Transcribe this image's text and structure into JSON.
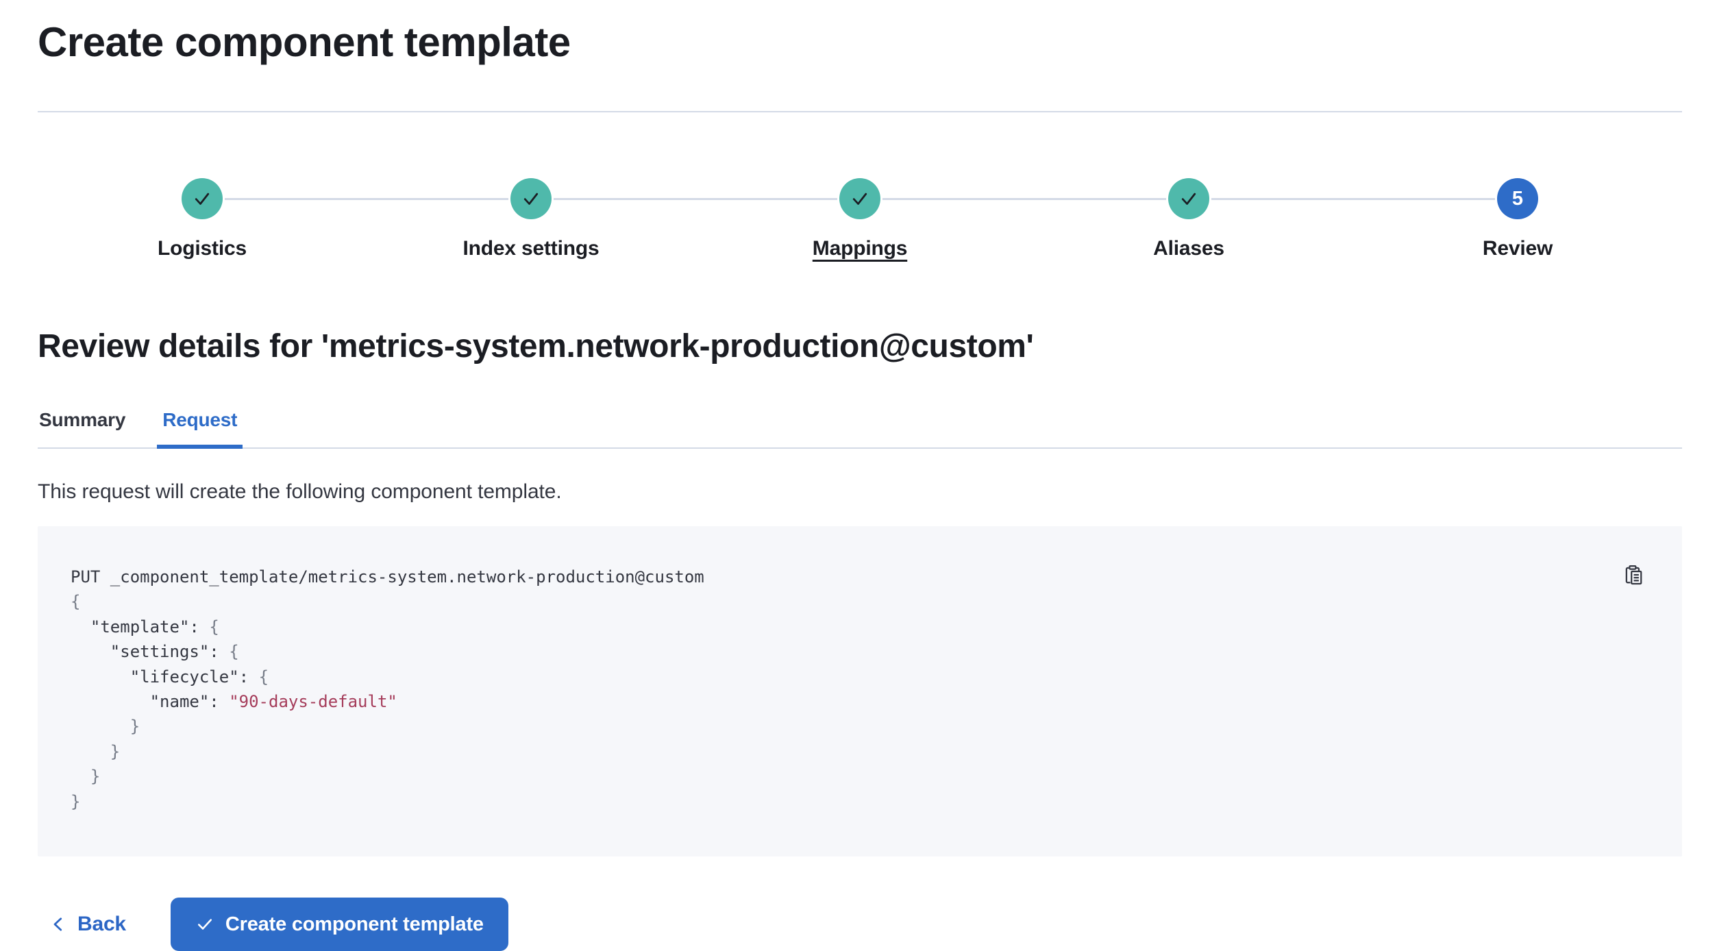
{
  "page": {
    "title": "Create component template"
  },
  "stepper": {
    "steps": [
      {
        "label": "Logistics",
        "status": "complete"
      },
      {
        "label": "Index settings",
        "status": "complete"
      },
      {
        "label": "Mappings",
        "status": "complete",
        "underlined": true
      },
      {
        "label": "Aliases",
        "status": "complete"
      },
      {
        "label": "Review",
        "status": "current",
        "number": "5"
      }
    ]
  },
  "review": {
    "heading": "Review details for 'metrics-system.network-production@custom'",
    "tabs": [
      {
        "label": "Summary",
        "active": false
      },
      {
        "label": "Request",
        "active": true
      }
    ],
    "description": "This request will create the following component template."
  },
  "code_block": {
    "copy_icon": "copy-clipboard-icon",
    "lines": [
      [
        [
          "d",
          "PUT _component_template/metrics-system.network-production@custom"
        ]
      ],
      [
        [
          "p",
          "{"
        ]
      ],
      [
        [
          "d",
          "  "
        ],
        [
          "k",
          "\"template\""
        ],
        [
          "d",
          ": "
        ],
        [
          "p",
          "{"
        ]
      ],
      [
        [
          "d",
          "    "
        ],
        [
          "k",
          "\"settings\""
        ],
        [
          "d",
          ": "
        ],
        [
          "p",
          "{"
        ]
      ],
      [
        [
          "d",
          "      "
        ],
        [
          "k",
          "\"lifecycle\""
        ],
        [
          "d",
          ": "
        ],
        [
          "p",
          "{"
        ]
      ],
      [
        [
          "d",
          "        "
        ],
        [
          "k",
          "\"name\""
        ],
        [
          "d",
          ": "
        ],
        [
          "s",
          "\"90-days-default\""
        ]
      ],
      [
        [
          "p",
          "      }"
        ]
      ],
      [
        [
          "p",
          "    }"
        ]
      ],
      [
        [
          "p",
          "  }"
        ]
      ],
      [
        [
          "p",
          "}"
        ]
      ]
    ]
  },
  "footer": {
    "back_label": "Back",
    "create_label": "Create component template"
  },
  "colors": {
    "primary": "#2e6cc8",
    "link": "#2c66c5",
    "teal": "#4fb9ab",
    "connector": "#d3dae6",
    "heading": "#1b1d23",
    "text": "#343741",
    "code-bg": "#f6f7fa",
    "code-punct": "#757b87",
    "code-string": "#a53c5a"
  }
}
